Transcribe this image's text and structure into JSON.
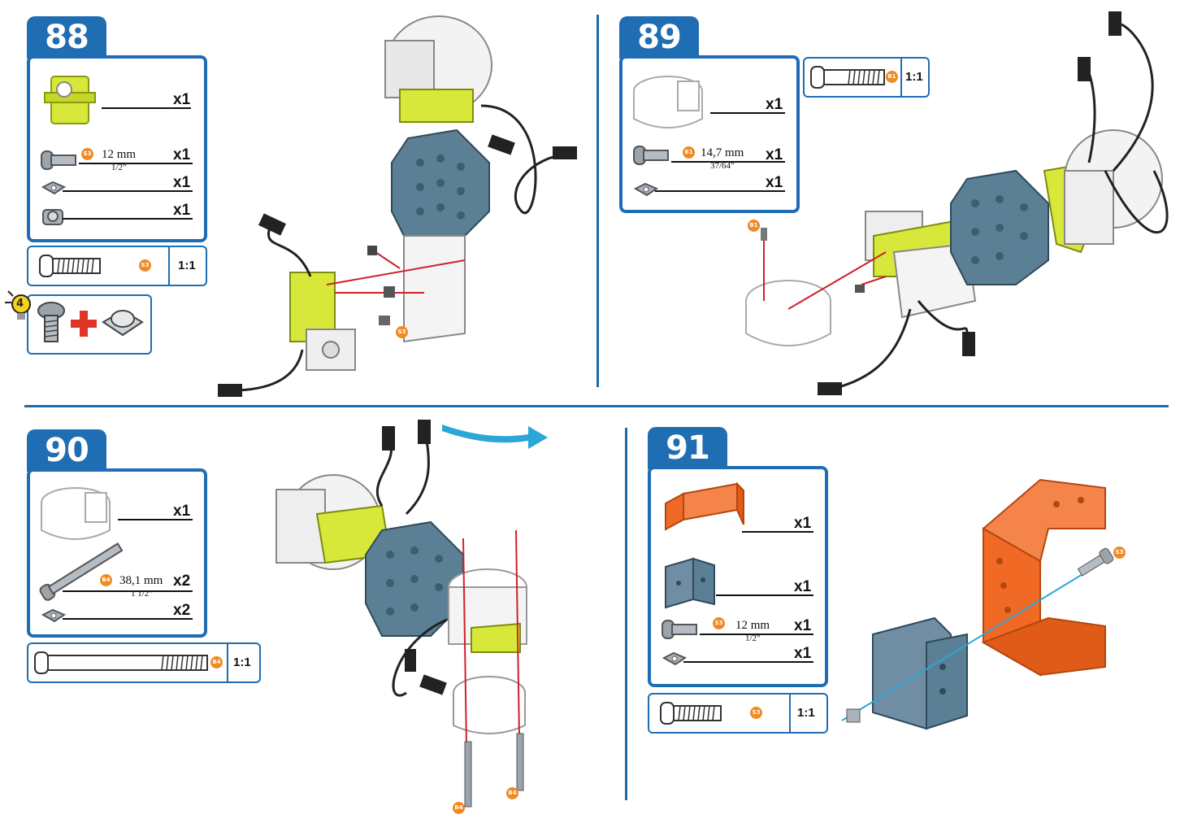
{
  "steps": [
    {
      "number": "88",
      "parts": [
        {
          "icon": "servo-motor-icon",
          "qty": "x1"
        },
        {
          "icon": "screw-icon",
          "code": "S3",
          "length": "12 mm",
          "length_in": "1/2\"",
          "qty": "x1"
        },
        {
          "icon": "square-nut-icon",
          "qty": "x1"
        },
        {
          "icon": "lock-nut-icon",
          "qty": "x1"
        }
      ],
      "scale": {
        "code": "S3",
        "label": "1:1"
      },
      "tip": {
        "number": "4"
      }
    },
    {
      "number": "89",
      "parts": [
        {
          "icon": "servo-horn-cap-icon",
          "qty": "x1"
        },
        {
          "icon": "screw-icon",
          "code": "B1",
          "length": "14,7 mm",
          "length_in": "37/64\"",
          "qty": "x1"
        },
        {
          "icon": "square-nut-icon",
          "qty": "x1"
        }
      ],
      "scale": {
        "code": "B1",
        "label": "1:1"
      },
      "callouts": [
        "B1"
      ]
    },
    {
      "number": "90",
      "parts": [
        {
          "icon": "servo-horn-cap-icon",
          "qty": "x1"
        },
        {
          "icon": "long-screw-icon",
          "code": "B4",
          "length": "38,1 mm",
          "length_in": "1 1/2\"",
          "qty": "x2"
        },
        {
          "icon": "square-nut-icon",
          "qty": "x2"
        }
      ],
      "scale": {
        "code": "B4",
        "label": "1:1"
      },
      "callouts": [
        "B4",
        "B4"
      ]
    },
    {
      "number": "91",
      "parts": [
        {
          "icon": "orange-u-bracket-icon",
          "qty": "x1"
        },
        {
          "icon": "blue-bracket-icon",
          "qty": "x1"
        },
        {
          "icon": "screw-icon",
          "code": "S3",
          "length": "12 mm",
          "length_in": "1/2\"",
          "qty": "x1"
        },
        {
          "icon": "square-nut-icon",
          "qty": "x1"
        }
      ],
      "scale": {
        "code": "S3",
        "label": "1:1"
      },
      "callouts": [
        "S3"
      ]
    }
  ],
  "colors": {
    "frame_blue": "#1f6db3",
    "servo_yellow": "#d7e83a",
    "panel_blue": "#5b7f95",
    "bracket_orange": "#f06a26",
    "code_orange": "#f08a24",
    "guide_red": "#d0202a",
    "guide_cyan": "#2aa6d9"
  }
}
